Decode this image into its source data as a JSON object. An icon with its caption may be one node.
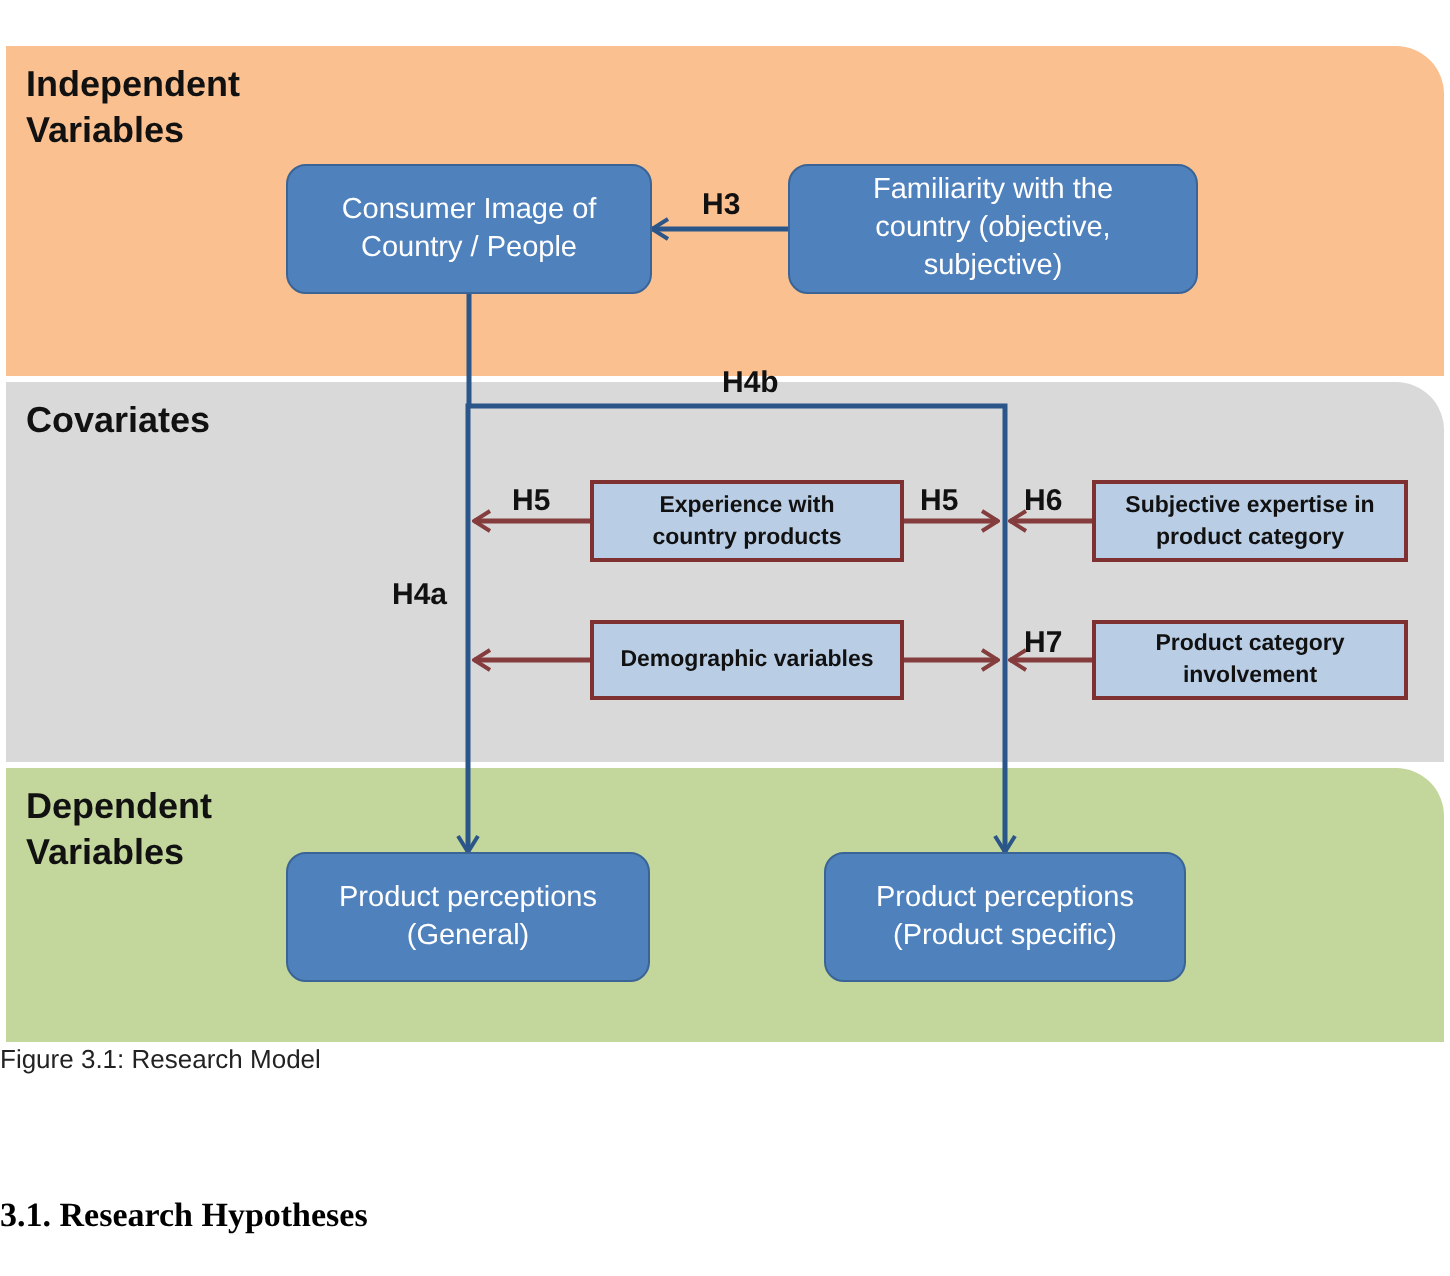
{
  "diagram": {
    "caption": "Figure 3.1: Research Model",
    "nodes": [
      {
        "text": [
          "Independent Variables"
        ]
      },
      {
        "text": [
          "Consumer Image of Country / People"
        ],
        "in": 0
      },
      {
        "text": [
          "Familiarity with the country (objective, subjective)"
        ],
        "in": 0
      },
      {
        "text": [
          "Covariates"
        ]
      },
      {
        "text": [
          "Experience with country products"
        ],
        "in": 3
      },
      {
        "text": [
          "Subjective expertise in product category"
        ],
        "in": 3
      },
      {
        "text": [
          "Demographic variables"
        ],
        "in": 3
      },
      {
        "text": [
          "Product category involvement"
        ],
        "in": 3
      },
      {
        "text": [
          "Dependent Variables"
        ]
      },
      {
        "text": [
          "Product perceptions (General)"
        ],
        "in": 8
      },
      {
        "text": [
          "Product perceptions (Product specific)"
        ],
        "in": 8
      }
    ],
    "edges": [
      {
        "from": 2,
        "to": 1,
        "arrow": "to",
        "label": "H3",
        "color": "#2a5689"
      },
      {
        "from": 1,
        "to": 9,
        "arrow": "to",
        "label": "H4a",
        "color": "#2a5689"
      },
      {
        "from": 1,
        "to": 10,
        "arrow": "to",
        "label": "H4b",
        "color": "#2a5689"
      },
      {
        "from": 4,
        "to": null,
        "arrow": "to",
        "label": "H5"
      },
      {
        "from": 4,
        "to": null,
        "arrow": "to",
        "label": "H5"
      },
      {
        "from": 5,
        "to": null,
        "arrow": "to",
        "label": "H6"
      },
      {
        "from": 6,
        "to": null,
        "arrow": "to"
      },
      {
        "from": 6,
        "to": null,
        "arrow": "to"
      },
      {
        "from": 7,
        "to": null,
        "arrow": "to",
        "label": "H7"
      }
    ],
    "labels": [
      "3.1. Research Hypotheses"
    ]
  }
}
